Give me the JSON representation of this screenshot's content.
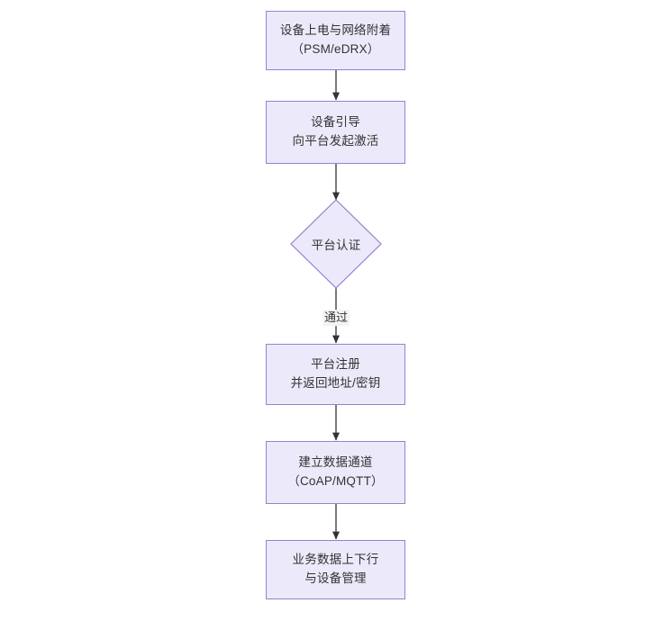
{
  "diagram": {
    "type": "flowchart",
    "orientation": "top-to-bottom",
    "background_color": "#FFFFFF",
    "node_fill_color": "#ECEAFA",
    "node_border_color": "#9A7FD1",
    "text_color": "#333333",
    "edge_color": "#333333",
    "edge_label_background": "#F4F4F4",
    "nodes": [
      {
        "id": "n1",
        "shape": "rectangle",
        "line1": "设备上电与网络附着",
        "line2": "（PSM/eDRX）"
      },
      {
        "id": "n2",
        "shape": "rectangle",
        "line1": "设备引导",
        "line2": "向平台发起激活"
      },
      {
        "id": "n3",
        "shape": "diamond",
        "line1": "平台认证",
        "line2": ""
      },
      {
        "id": "n4",
        "shape": "rectangle",
        "line1": "平台注册",
        "line2": "并返回地址/密钥"
      },
      {
        "id": "n5",
        "shape": "rectangle",
        "line1": "建立数据通道",
        "line2": "（CoAP/MQTT）"
      },
      {
        "id": "n6",
        "shape": "rectangle",
        "line1": "业务数据上下行",
        "line2": "与设备管理"
      }
    ],
    "edges": [
      {
        "from": "n1",
        "to": "n2",
        "label": ""
      },
      {
        "from": "n2",
        "to": "n3",
        "label": ""
      },
      {
        "from": "n3",
        "to": "n4",
        "label": "通过"
      },
      {
        "from": "n4",
        "to": "n5",
        "label": ""
      },
      {
        "from": "n5",
        "to": "n6",
        "label": ""
      }
    ],
    "edge_labels": {
      "pass": "通过"
    }
  }
}
